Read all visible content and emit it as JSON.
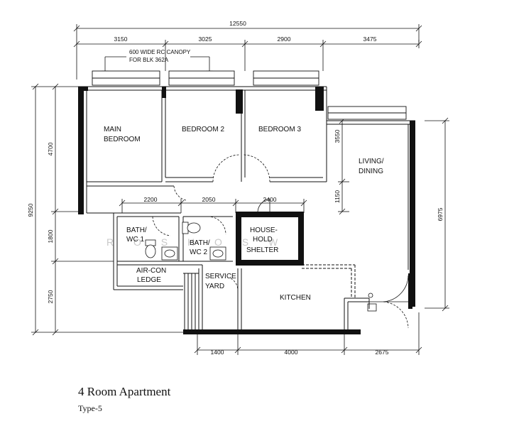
{
  "plan": {
    "dimensions": {
      "top_total": "12550",
      "top_segments": [
        "3150",
        "3025",
        "2900",
        "3475"
      ],
      "left_total": "9250",
      "left_segments": [
        "4700",
        "1800",
        "2750"
      ],
      "right_3550": "3550",
      "right_1150": "1150",
      "right_6975": "6975",
      "inner_2200": "2200",
      "inner_2050": "2050",
      "inner_2400": "2400",
      "bottom_segments": [
        "1400",
        "4000",
        "2675"
      ]
    },
    "canopy_note": [
      "600 WIDE RC CANOPY",
      "FOR BLK 362A"
    ],
    "rooms": {
      "main_bedroom": [
        "MAIN",
        "BEDROOM"
      ],
      "bedroom2": "BEDROOM 2",
      "bedroom3": "BEDROOM 3",
      "living": [
        "LIVING/",
        "DINING"
      ],
      "bath1": [
        "BATH/",
        "WC 1"
      ],
      "bath2": [
        "BATH/",
        "WC 2"
      ],
      "shelter": [
        "HOUSE-",
        "HOLD",
        "SHELTER"
      ],
      "aircon": [
        "AIR-CON",
        "LEDGE"
      ],
      "service": [
        "SERVICE",
        "YARD"
      ],
      "kitchen": "KITCHEN"
    },
    "watermark": "R O S H O S W"
  },
  "caption": {
    "title": "4 Room Apartment",
    "subtitle": "Type-5"
  }
}
